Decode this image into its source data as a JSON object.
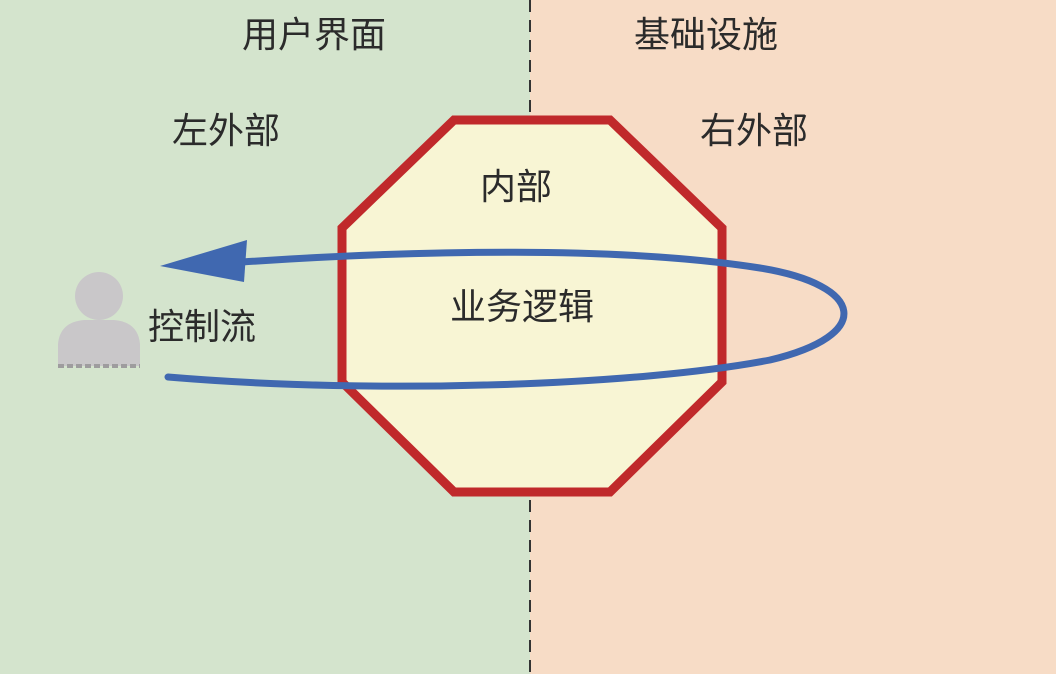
{
  "left_zone": {
    "title": "用户界面",
    "subtitle": "左外部",
    "bg_color": "#d4e4cd"
  },
  "right_zone": {
    "title": "基础设施",
    "subtitle": "右外部",
    "bg_color": "#f7dcc6"
  },
  "inner": {
    "label": "内部",
    "center_label": "业务逻辑",
    "fill_color": "#f8f5d4",
    "border_color": "#c0292b"
  },
  "flow": {
    "label": "控制流",
    "color": "#4068b0"
  },
  "actor": {
    "icon": "user-icon",
    "color": "#c9c7c9"
  }
}
